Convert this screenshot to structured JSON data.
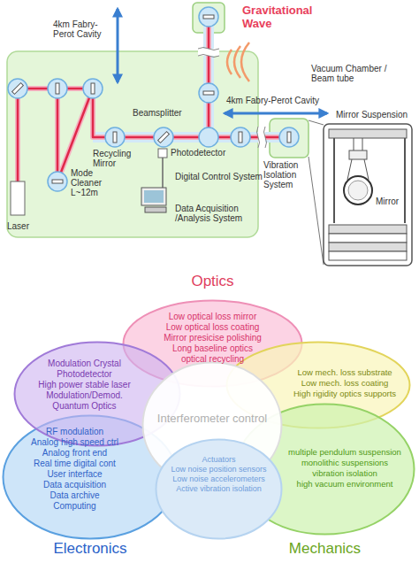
{
  "diagram": {
    "nodes": [
      {
        "text": [
          "Optics",
          "Low optical loss mirror",
          "Low optical loss coating",
          "Mirror presicise polishing",
          "Long baseline optics",
          "optical recycling"
        ]
      },
      {
        "text": [
          "Low mech. loss substrate",
          "Low mech. loss coating",
          "High rigidity optics supports"
        ]
      },
      {
        "text": [
          "multiple pendulum suspension",
          "monolithic suspensions",
          "vibration isolation",
          "high vacuum environment",
          "Mechanics"
        ]
      },
      {
        "text": [
          "RF modulation",
          "Analog high speed ctrl",
          "Analog front end",
          "Real time digital cont",
          "User interface",
          "Data acquisition",
          "Data archive",
          "Computing",
          "Electronics"
        ]
      },
      {
        "text": [
          "Modulation Crystal",
          "Photodetector",
          "High power stable laser",
          "Modulation/Demod.",
          "Quantum Optics"
        ]
      },
      {
        "text": [
          "Interferometer control"
        ]
      },
      {
        "text": [
          "Actuators",
          "Low noise position sensors",
          "Low noise accelerometers",
          "Active vibration isolation"
        ]
      }
    ],
    "labels": [
      "Gravitational Wave",
      "4km Fabry-Perot Cavity",
      "Vacuum Chamber / Beam tube",
      "4km Fabry-Perot Cavity",
      "Mirror Suspension",
      "Beamsplitter",
      "Recycling Mirror",
      "Photodetector",
      "Mode Cleaner L~12m",
      "Digital Control System",
      "Vibration Isolation System",
      "Data Acquisition /Analysis System",
      "Laser",
      "Mirror"
    ]
  }
}
